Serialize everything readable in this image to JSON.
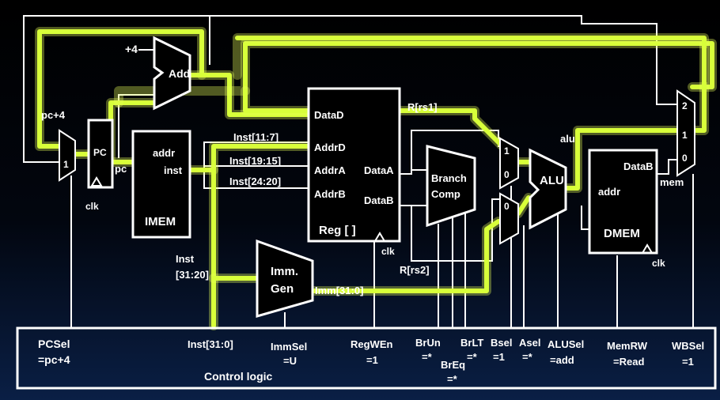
{
  "blocks": {
    "add": "Add",
    "plus4": "+4",
    "pc": "PC",
    "pc_out": "pc",
    "pc_plus4": "pc+4",
    "clk": "clk",
    "imem_title": "IMEM",
    "imem_addr": "addr",
    "imem_inst": "inst",
    "reg_title": "Reg [ ]",
    "reg_datad": "DataD",
    "reg_addrd": "AddrD",
    "reg_addra": "AddrA",
    "reg_addrb": "AddrB",
    "reg_dataa": "DataA",
    "reg_datab": "DataB",
    "rrs1": "R[rs1]",
    "rrs2": "R[rs2]",
    "inst_11_7": "Inst[11:7]",
    "inst_19_15": "Inst[19:15]",
    "inst_24_20": "Inst[24:20]",
    "inst_31_20_a": "Inst",
    "inst_31_20_b": "[31:20]",
    "immgen_a": "Imm.",
    "immgen_b": "Gen",
    "imm_out": "Imm[31:0]",
    "branch_a": "Branch",
    "branch_b": "Comp",
    "alu": "ALU",
    "alu_out": "alu",
    "dmem_title": "DMEM",
    "dmem_addr": "addr",
    "dmem_datab": "DataB",
    "mem": "mem",
    "mux_0": "0",
    "mux_1": "1",
    "mux_2": "2"
  },
  "control": {
    "title": "Control logic",
    "pcsel": "PCSel",
    "pcsel_val": "=pc+4",
    "inst": "Inst[31:0]",
    "immsel": "ImmSel",
    "immsel_val": "=U",
    "regwen": "RegWEn",
    "regwen_val": "=1",
    "brun": "BrUn",
    "brun_val": "=*",
    "breq": "BrEq",
    "breq_val": "=*",
    "brlt": "BrLT",
    "brlt_val": "=*",
    "bsel": "Bsel",
    "bsel_val": "=1",
    "asel": "Asel",
    "asel_val": "=*",
    "alusel": "ALUSel",
    "alusel_val": "=add",
    "memrw": "MemRW",
    "memrw_val": "=Read",
    "wbsel": "WBSel",
    "wbsel_val": "=1"
  },
  "colors": {
    "highlight": "#d8ff3a",
    "wire": "#ffffff",
    "background": "#000000"
  }
}
